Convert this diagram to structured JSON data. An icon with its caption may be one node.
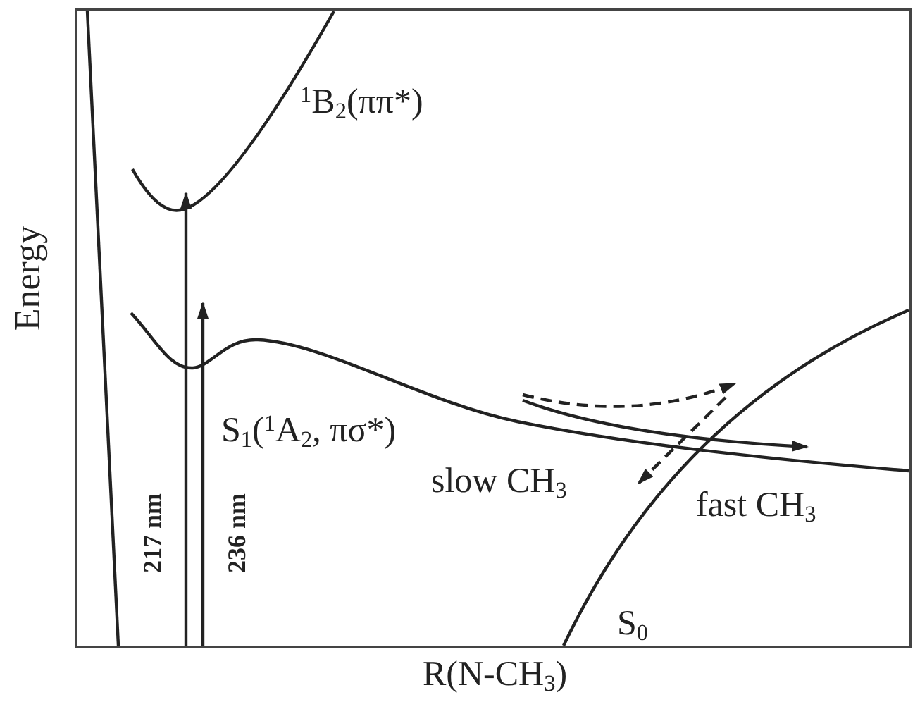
{
  "diagram": {
    "labels": [
      "$^{1}$B$_{2}$(ππ*)",
      "Energy",
      "S$_{1}$($^{1}$A$_{2}$, πσ*)",
      "slow CH$_{3}$",
      "fast CH$_{3}$",
      "217 nm",
      "236 nm",
      "S$_{0}$",
      "R(N-CH$_{3}$)"
    ]
  }
}
